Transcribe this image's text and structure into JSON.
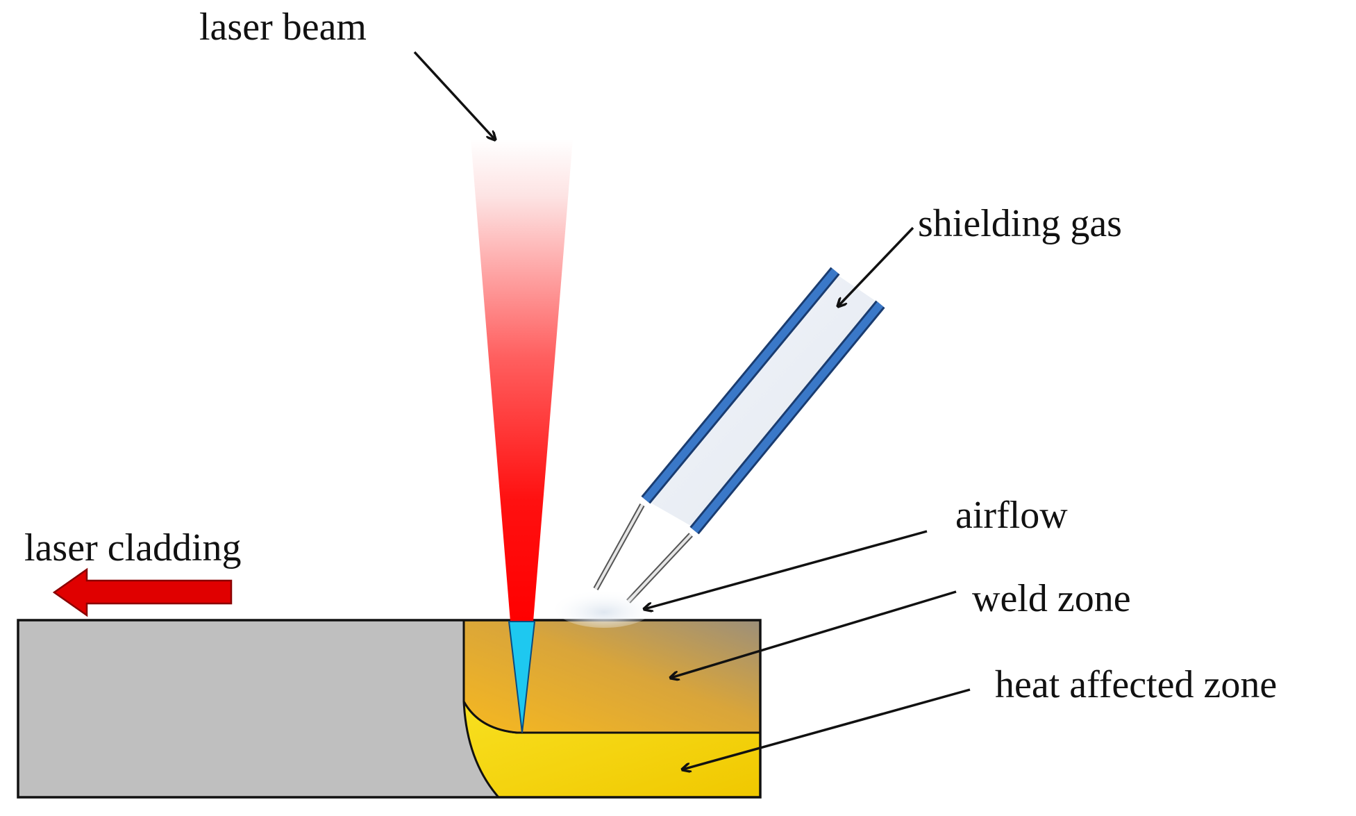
{
  "diagram": {
    "labels": {
      "laser_beam": "laser beam",
      "shielding_gas": "shielding gas",
      "airflow": "airflow",
      "laser_cladding": "laser cladding",
      "weld_zone": "weld zone",
      "heat_affected_zone": "heat affected zone"
    },
    "colors": {
      "laser_beam_core": "#ff0000",
      "keyhole": "#1ec8f0",
      "base_metal": "#bfbfbf",
      "weld_zone": "#f0b41e",
      "heat_affected_zone": "#f5d20a",
      "gas_nozzle": "#3a78c8",
      "direction_arrow": "#e00000"
    }
  }
}
